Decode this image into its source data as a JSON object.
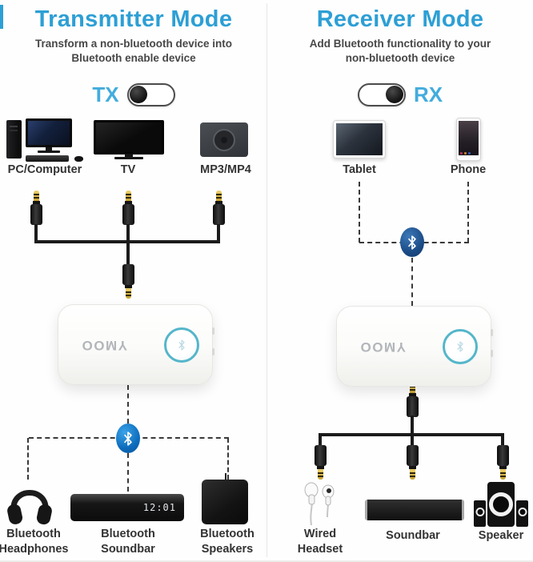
{
  "meta": {
    "accent_blue": "#2d9fd5",
    "toggle_label_blue": "#43acdd",
    "bluetooth_bright": "#0d6cbc",
    "bluetooth_dark": "#1b4b86"
  },
  "left": {
    "title": "Transmitter Mode",
    "subtitle1": "Transform a non-bluetooth device into",
    "subtitle2": "Bluetooth enable device",
    "toggle": {
      "label": "TX",
      "knob_position": "left"
    },
    "sources": [
      {
        "label": "PC/Computer",
        "icon": "pc-computer-icon"
      },
      {
        "label": "TV",
        "icon": "tv-icon"
      },
      {
        "label": "MP3/MP4",
        "icon": "mp3-player-icon"
      }
    ],
    "device": {
      "logo": "YMOO",
      "button_icon": "bluetooth-button"
    },
    "wireless_icon": "bluetooth-icon",
    "outputs": [
      {
        "line1": "Bluetooth",
        "line2": "Headphones",
        "icon": "headphones-icon"
      },
      {
        "line1": "Bluetooth",
        "line2": "Soundbar",
        "icon": "soundbar-icon",
        "clock": "12:01"
      },
      {
        "line1": "Bluetooth",
        "line2": "Speakers",
        "icon": "speaker-cube-icon"
      }
    ]
  },
  "right": {
    "title": "Receiver Mode",
    "subtitle1": "Add Bluetooth functionality to your",
    "subtitle2": "non-bluetooth device",
    "toggle": {
      "label": "RX",
      "knob_position": "right"
    },
    "sources": [
      {
        "label": "Tablet",
        "icon": "tablet-icon"
      },
      {
        "label": "Phone",
        "icon": "phone-icon"
      }
    ],
    "device": {
      "logo": "YMOO",
      "button_icon": "bluetooth-button"
    },
    "wireless_icon": "bluetooth-icon",
    "outputs": [
      {
        "line1": "Wired",
        "line2": "Headset",
        "icon": "earbuds-icon"
      },
      {
        "line1": "Soundbar",
        "line2": "",
        "icon": "soundbar-icon"
      },
      {
        "line1": "Speaker",
        "line2": "",
        "icon": "speaker-set-icon"
      }
    ]
  }
}
